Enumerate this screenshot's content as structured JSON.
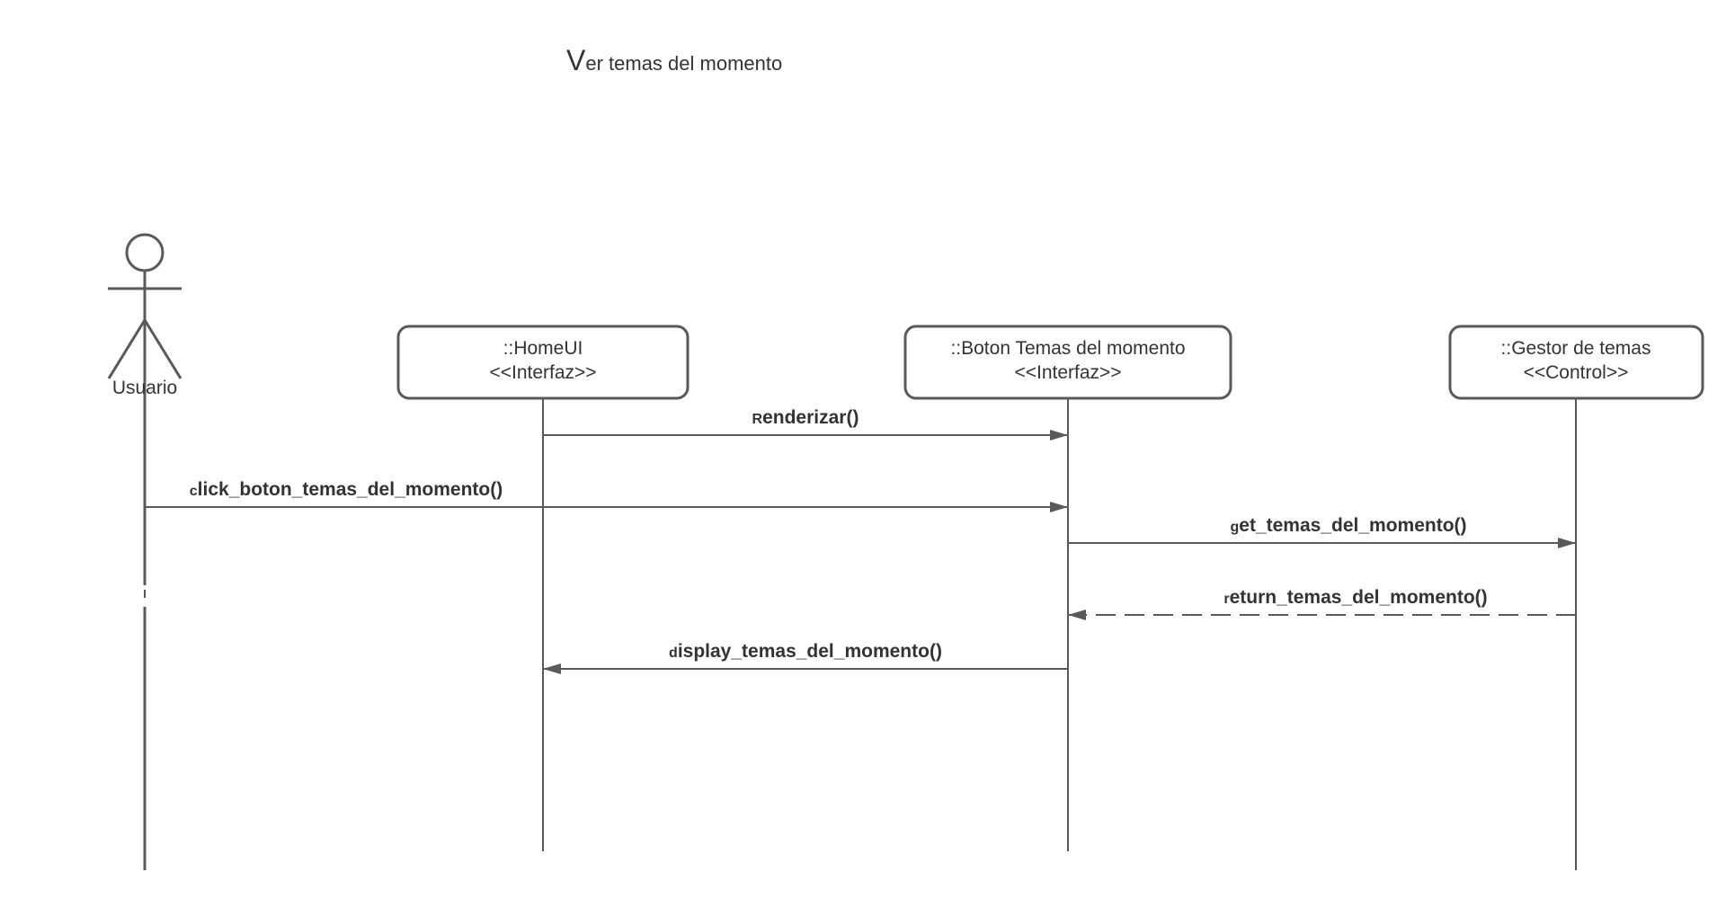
{
  "title": {
    "first_letter": "V",
    "rest": "er temas del momento"
  },
  "actor": {
    "label": "Usuario"
  },
  "lifelines": [
    {
      "id": "homeui",
      "name": "::HomeUI",
      "stereotype": "<<Interfaz>>"
    },
    {
      "id": "boton",
      "name": "::Boton Temas del momento",
      "stereotype": "<<Interfaz>>"
    },
    {
      "id": "gestor",
      "name": "::Gestor de temas",
      "stereotype": "<<Control>>"
    }
  ],
  "messages": [
    {
      "from": "homeui",
      "to": "boton",
      "first": "R",
      "rest": "enderizar()",
      "style": "solid"
    },
    {
      "from": "usuario",
      "to": "boton",
      "first": "c",
      "rest": "lick_boton_temas_del_momento()",
      "style": "solid"
    },
    {
      "from": "boton",
      "to": "gestor",
      "first": "g",
      "rest": "et_temas_del_momento()",
      "style": "solid"
    },
    {
      "from": "gestor",
      "to": "boton",
      "first": "r",
      "rest": "eturn_temas_del_momento()",
      "style": "dashed"
    },
    {
      "from": "boton",
      "to": "homeui",
      "first": "d",
      "rest": "isplay_temas_del_momento()",
      "style": "solid"
    }
  ],
  "colors": {
    "line": "#595959",
    "text": "#333333",
    "background": "#ffffff"
  }
}
